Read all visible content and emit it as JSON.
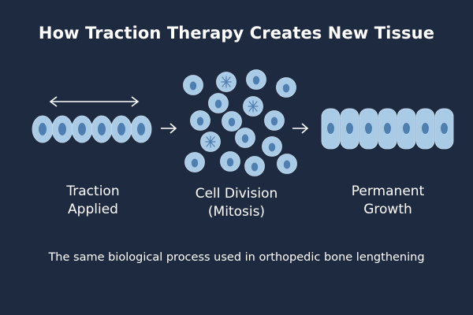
{
  "title": "How Traction Therapy Creates New Tissue",
  "stages": [
    {
      "line1": "Traction",
      "line2": "Applied"
    },
    {
      "line1": "Cell Division",
      "line2": "(Mitosis)"
    },
    {
      "line1": "Permanent",
      "line2": "Growth"
    }
  ],
  "footnote": "The same biological process used in orthopedic bone lengthening",
  "colors": {
    "background": "#1e2a40",
    "cell_fill": "#a9cbe6",
    "nucleus": "#4f7fb0",
    "arrow": "#ffffff"
  },
  "icons": [
    "double-headed-arrow-icon",
    "right-arrow-icon",
    "mitosis-spindle-icon"
  ]
}
